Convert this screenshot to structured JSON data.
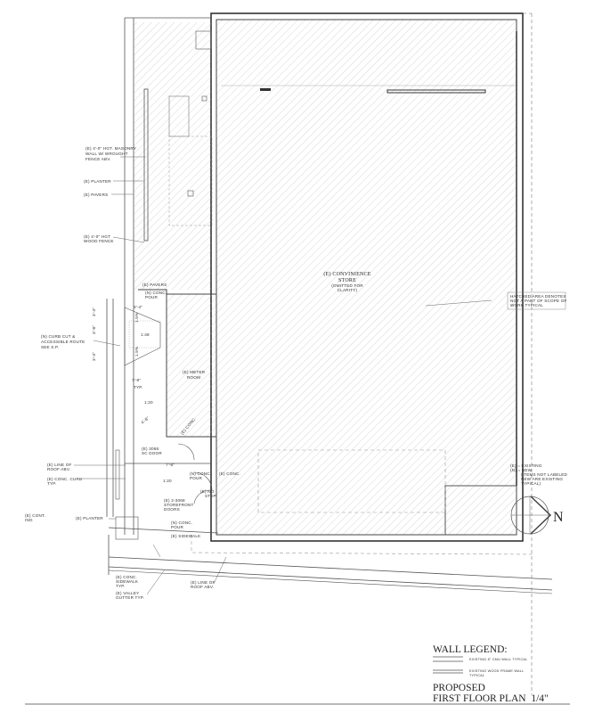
{
  "drawing": {
    "store_name": "(E) CONVINIENCE",
    "store_name_2": "STORE",
    "store_note": "(OMITTED FOR",
    "store_note_2": "CLARITY)",
    "hatch_note": [
      "HATCHED AREA DENOTES",
      "NOT A PART OF SCOPE OF",
      "WORK TYPICAL"
    ],
    "meter_room": [
      "(E) METER",
      "ROOM"
    ],
    "labels": {
      "masonry_wall": [
        "(E) 4'-0\" HGT. MASONRY",
        "WALL W/ WROUGHT",
        "FENCE ABV."
      ],
      "planter_top": "(E) PLANTER",
      "pavers_top": "(E) PAVERS",
      "wood_fence": [
        "(E) 4'-0\" HGT",
        "WOOD FENCE"
      ],
      "pavers_mid": "(E) PAVERS",
      "conc_pour_top": [
        "(N) CONC.",
        "POUR"
      ],
      "curb_cut": [
        "(N) CURB CUT &",
        "ACCESSIBLE ROUTE",
        "SEE S.P."
      ],
      "door_3068": [
        "(E) 3068",
        "SC DOOR"
      ],
      "conc_diag": "(E) CONC.",
      "line_of_roof_left": [
        "(E) LINE OF",
        "ROOF ABV."
      ],
      "conc_curb": [
        "(E) CONC. CURB",
        "TYP."
      ],
      "conc_pour_mid": [
        "(N) CONC.",
        "POUR"
      ],
      "conc_right": "(E) CONC.",
      "no_step": [
        "(E) NO",
        "STEP"
      ],
      "storefront": [
        "(E) 2-3068",
        "STOREFRONT",
        "DOORS"
      ],
      "cont_ing": [
        "(E) CONT.",
        "ING"
      ],
      "planter_bottom": "(E) PLANTER",
      "conc_pour_bottom": [
        "(N) CONC.",
        "POUR"
      ],
      "sidewalk": "(E) SIDEWALK",
      "conc_sidewalk": [
        "(E) CONC.",
        "SIDEWALK",
        "TYP."
      ],
      "valley_gutter": [
        "(E) VALLEY",
        "GUTTER TYP."
      ],
      "line_of_roof_bottom": [
        "(E) LINE OF",
        "ROOF ABV."
      ]
    },
    "dimensions": [
      "3'-4\"",
      "3'-8\"",
      "3'-4\"",
      "3'-4\"",
      "1.5%",
      "1:48",
      "1.5%",
      "7'-8\"",
      "TYP.",
      "1:20",
      "1:20",
      "4'-8\"",
      "7'-8\""
    ],
    "abbreviations": [
      "(E) = EXISTING",
      "(N) = NEW",
      "(ITEMS NOT LABELED",
      "NEW ARE EXISTING",
      "TYPICAL)"
    ],
    "north_label": "N"
  },
  "legend": {
    "title": "WALL LEGEND:",
    "items": [
      "EXISTING 8\" CMU WALL TYPICAL",
      "EXISTING WOOD FRAME WALL",
      "TYPICAL"
    ]
  },
  "title_block": {
    "line1": "PROPOSED",
    "line2": "FIRST FLOOR PLAN  1/4\""
  }
}
